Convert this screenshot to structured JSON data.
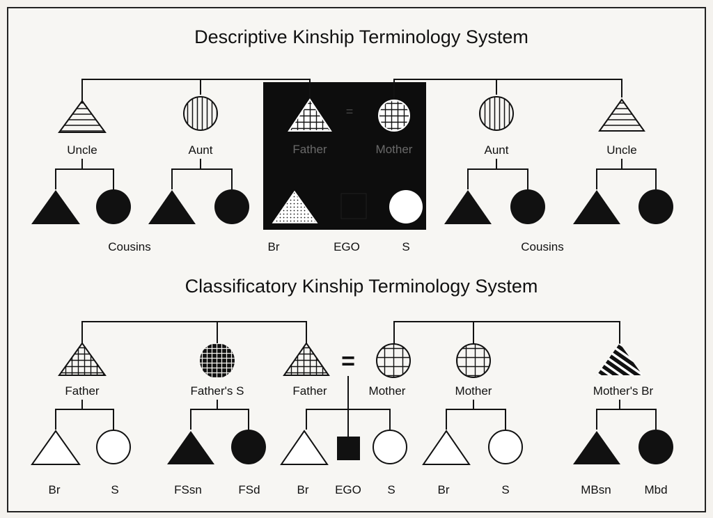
{
  "descriptive": {
    "title": "Descriptive Kinship Terminology System",
    "labels": {
      "uncle_left": "Uncle",
      "aunt_left": "Aunt",
      "father": "Father",
      "mother": "Mother",
      "aunt_right": "Aunt",
      "uncle_right": "Uncle",
      "cousins_left": "Cousins",
      "brother": "Br",
      "ego": "EGO",
      "sister": "S",
      "cousins_right": "Cousins"
    }
  },
  "classificatory": {
    "title": "Classificatory Kinship Terminology System",
    "labels": {
      "father_1": "Father",
      "fathers_sister": "Father's S",
      "father_2": "Father",
      "marriage_sign": "=",
      "mother_1": "Mother",
      "mother_2": "Mother",
      "mothers_brother": "Mother's Br",
      "br_1": "Br",
      "s_1": "S",
      "fssn": "FSsn",
      "fsd": "FSd",
      "br_2": "Br",
      "ego": "EGO",
      "s_2": "S",
      "br_3": "Br",
      "s_3": "S",
      "mbsn": "MBsn",
      "mbd": "Mbd"
    }
  }
}
